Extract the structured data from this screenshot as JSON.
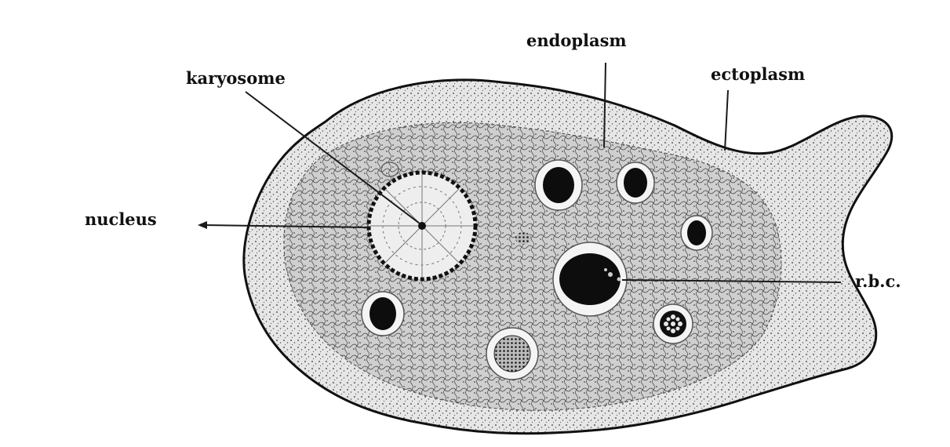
{
  "labels": {
    "karyosome": "karyosome",
    "endoplasm": "endoplasm",
    "ectoplasm": "ectoplasm",
    "nucleus": "nucleus",
    "rbc": "r.b.c."
  },
  "colors": {
    "ink": "#111111",
    "cell_fill": "#d9d9d9",
    "endoplasm_fill": "#bdbdbd",
    "nucleus_fill": "#eeeeee",
    "vacuole_fill": "#f4f4f4",
    "dark_body": "#0d0d0d"
  }
}
